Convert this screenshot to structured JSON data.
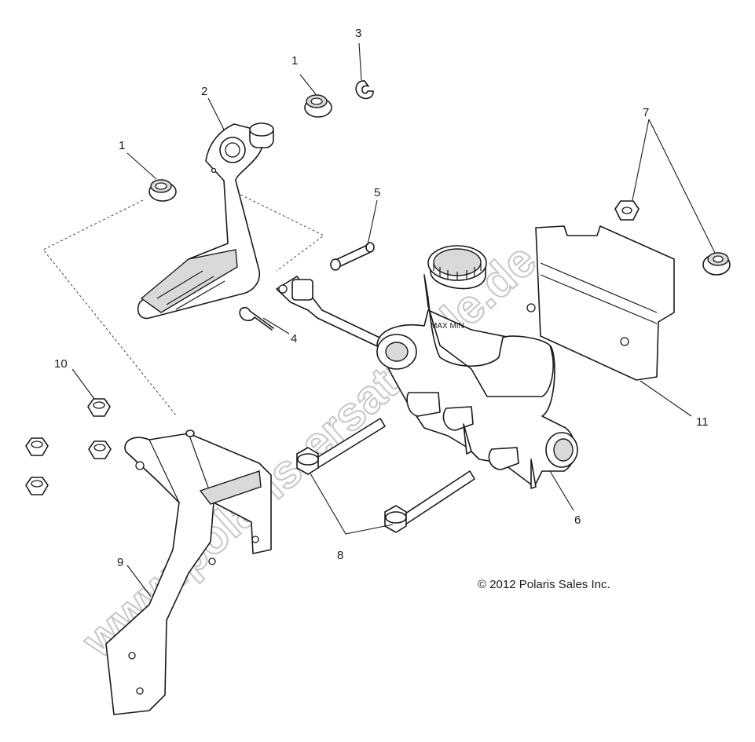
{
  "callouts": {
    "c1a": "1",
    "c1b": "1",
    "c2": "2",
    "c3": "3",
    "c4": "4",
    "c5": "5",
    "c6": "6",
    "c7": "7",
    "c8": "8",
    "c9": "9",
    "c10": "10",
    "c11": "11"
  },
  "copyright": "© 2012 Polaris Sales Inc.",
  "watermark": "www.polaris-ersatzteile.de",
  "reservoir_label": "MAX MIN"
}
